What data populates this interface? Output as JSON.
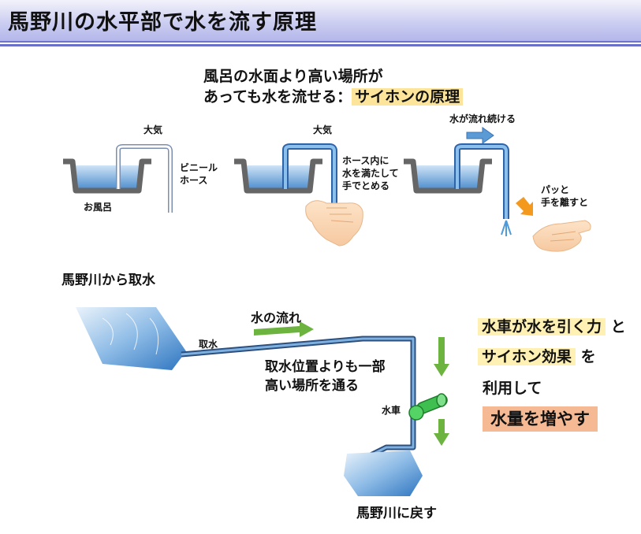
{
  "title": "馬野川の水平部で水を流す原理",
  "intro": {
    "line1": "風呂の水面より高い場所が",
    "line2_prefix": "あっても水を流せる：",
    "line2_highlight": "サイホンの原理"
  },
  "panel1": {
    "air_label": "大気",
    "hose_label_1": "ビニール",
    "hose_label_2": "ホース",
    "bath_label": "お風呂"
  },
  "panel2": {
    "air_label": "大気",
    "note_1": "ホース内に",
    "note_2": "水を満たして",
    "note_3": "手でとめる"
  },
  "panel3": {
    "flow_label": "水が流れ続ける",
    "release_1": "パッと",
    "release_2": "手を離すと"
  },
  "lower": {
    "source_label": "馬野川から取水",
    "flow_label": "水の流れ",
    "intake_label": "取水",
    "route_1": "取水位置よりも一部",
    "route_2": "高い場所を通る",
    "wheel_label": "水車",
    "return_label": "馬野川に戻す"
  },
  "right": {
    "item1_highlight": "水車が水を引く力",
    "item1_suffix": "と",
    "item2_highlight": "サイホン効果",
    "item2_suffix": "を",
    "item3": "利用して",
    "result": "水量を増やす"
  },
  "colors": {
    "title_bg": "#c9cbf0",
    "highlight": "#fce59a",
    "result_box": "#f5b993",
    "pipe": "#2f5f9e",
    "water": "#5b9bd5",
    "arrow_green": "#6cb33f"
  }
}
